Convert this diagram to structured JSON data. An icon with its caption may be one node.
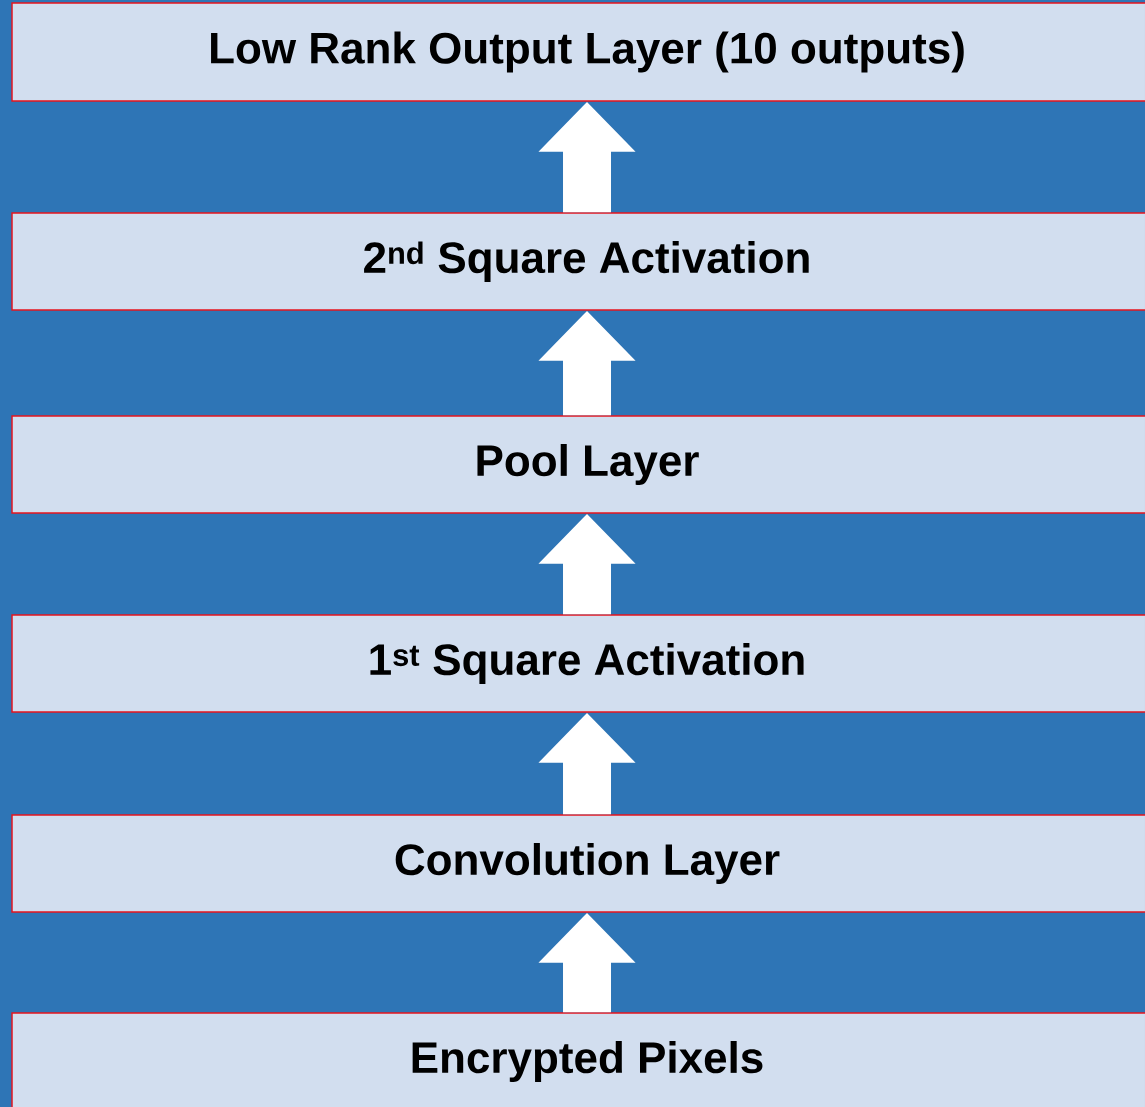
{
  "diagram": {
    "nodes": [
      {
        "text": [
          "Low Rank Output Layer (10 outputs)"
        ]
      },
      {
        "text": [
          "2$^{nd}$ Square Activation"
        ]
      },
      {
        "text": [
          "Pool Layer"
        ]
      },
      {
        "text": [
          "1$^{st}$ Square Activation"
        ]
      },
      {
        "text": [
          "Convolution Layer"
        ]
      },
      {
        "text": [
          "Encrypted Pixels"
        ]
      }
    ],
    "edges": [
      {
        "from": 5,
        "to": 4,
        "arrow": "to"
      },
      {
        "from": 4,
        "to": 3,
        "arrow": "to"
      },
      {
        "from": 3,
        "to": 2,
        "arrow": "to"
      },
      {
        "from": 2,
        "to": 1,
        "arrow": "to"
      },
      {
        "from": 1,
        "to": 0,
        "arrow": "to"
      }
    ]
  }
}
